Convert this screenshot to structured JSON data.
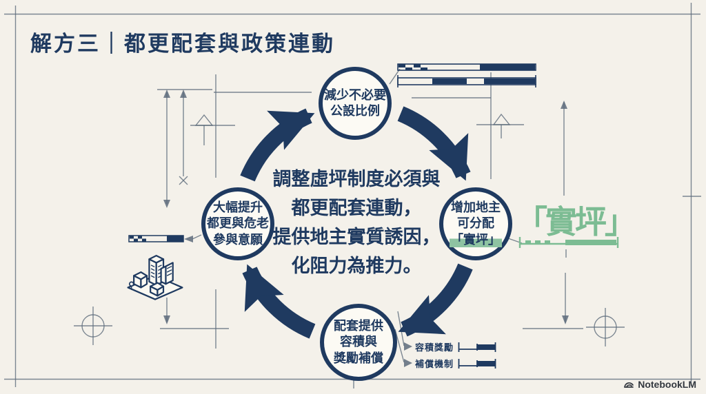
{
  "title": "解方三｜都更配套與政策連動",
  "center": {
    "lines": [
      "調整虛坪制度必須與",
      "都更配套連動，",
      "提供地主實質誘因，",
      "化阻力為推力。"
    ]
  },
  "cycle": {
    "direction": "clockwise",
    "nodes": [
      {
        "id": "top",
        "lines": [
          "減少不必要",
          "公設比例"
        ]
      },
      {
        "id": "right",
        "lines": [
          "增加地主",
          "可分配",
          "「實坪」"
        ]
      },
      {
        "id": "bottom",
        "lines": [
          "配套提供",
          "容積與",
          "獎勵補償"
        ]
      },
      {
        "id": "left",
        "lines": [
          "大幅提升",
          "都更與危老",
          "參與意願"
        ]
      }
    ]
  },
  "callouts": {
    "real_area": "「實坪」",
    "floor_bonus": "容積獎勵",
    "compensation": "補償機制"
  },
  "footer": {
    "brand": "NotebookLM"
  },
  "icons": {
    "decorations": [
      "crosshair-icon",
      "north-arrow-icon",
      "buildings-icon",
      "scale-bar",
      "dimension-line"
    ],
    "brand_icon": "notebooklm-logo-icon"
  },
  "colors": {
    "navy": "#1f3a60",
    "green": "#7cbc93",
    "background": "#f4f1ea",
    "blueprint_line": "#5d6b7b"
  }
}
